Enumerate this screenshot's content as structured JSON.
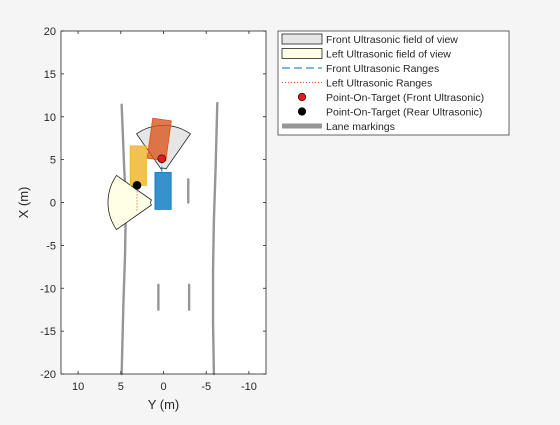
{
  "chart_data": {
    "type": "scatter",
    "title": "",
    "xlabel": "Y (m)",
    "ylabel": "X (m)",
    "xlim": [
      12,
      -12
    ],
    "ylim": [
      -20,
      20
    ],
    "x_reversed": true,
    "grid": false,
    "legend_placement": "outside-top-right",
    "x_ticks": [
      10,
      5,
      0,
      -5,
      -10
    ],
    "x_tick_labels": [
      "10",
      "5",
      "0",
      "-5",
      "-10"
    ],
    "y_ticks": [
      20,
      15,
      10,
      5,
      0,
      -5,
      -10,
      -15,
      -20
    ],
    "y_tick_labels": [
      "20",
      "15",
      "10",
      "5",
      "0",
      "-5",
      "-10",
      "-15",
      "-20"
    ],
    "colors": {
      "front_fov_fill": "#e6e6e6",
      "left_fov_fill": "#ffffe6",
      "fov_edge": "#222222",
      "front_range": "#0072bd",
      "left_range": "#d95319",
      "ego_vehicle": "#0072bd",
      "target_orange": "#d95319",
      "target_yellow": "#edb120",
      "point_front": "#e41a1c",
      "point_rear": "#000000",
      "lane": "#969696"
    },
    "legend": [
      {
        "label": "Front Ultrasonic field of view",
        "symbol": "patch-gray"
      },
      {
        "label": "Left Ultrasonic field of view",
        "symbol": "patch-yellow"
      },
      {
        "label": "Front Ultrasonic Ranges",
        "symbol": "dash-blue"
      },
      {
        "label": "Left Ultrasonic Ranges",
        "symbol": "dot-orange"
      },
      {
        "label": "Point-On-Target (Front Ultrasonic)",
        "symbol": "marker-red"
      },
      {
        "label": "Point-On-Target (Rear Ultrasonic)",
        "symbol": "marker-black"
      },
      {
        "label": "Lane markings",
        "symbol": "thick-gray"
      }
    ],
    "fields_of_view": [
      {
        "name": "Front Ultrasonic field of view",
        "origin": [
          0,
          3.5
        ],
        "radius": 5.5,
        "range_min": 0.5,
        "center_angle_deg": 0,
        "half_angle_deg": 35,
        "color_key": "front_fov_fill"
      },
      {
        "name": "Left Ultrasonic field of view",
        "origin": [
          1.0,
          0
        ],
        "radius": 5.5,
        "range_min": 0.5,
        "center_angle_deg": 90,
        "half_angle_deg": 35,
        "color_key": "left_fov_fill"
      }
    ],
    "vehicles": [
      {
        "name": "ego",
        "x_range": [
          -0.8,
          3.5
        ],
        "y_range": [
          1.0,
          -0.9
        ],
        "angle_deg": 0,
        "color_key": "ego_vehicle"
      },
      {
        "name": "target-orange",
        "x_range": [
          5.0,
          9.7
        ],
        "y_range": [
          1.6,
          -0.6
        ],
        "angle_deg": 8,
        "color_key": "target_orange"
      },
      {
        "name": "target-yellow",
        "x_range": [
          2.0,
          6.6
        ],
        "y_range": [
          3.9,
          2.0
        ],
        "angle_deg": 0,
        "color_key": "target_yellow"
      }
    ],
    "ranges": [
      {
        "name": "Front Ultrasonic Ranges",
        "points": [
          [
            0.2,
            3.6
          ],
          [
            0.2,
            5.1
          ]
        ],
        "color_key": "front_range",
        "style": "dashed"
      },
      {
        "name": "Left Ultrasonic Ranges",
        "points": [
          [
            3.1,
            2.0
          ],
          [
            3.1,
            -1.0
          ]
        ],
        "color_key": "left_range",
        "style": "dotted"
      }
    ],
    "points": [
      {
        "name": "Point-On-Target (Front Ultrasonic)",
        "x": 0.2,
        "y": 5.1,
        "color_key": "point_front"
      },
      {
        "name": "Point-On-Target (Rear Ultrasonic)",
        "x": 3.1,
        "y": 2.0,
        "color_key": "point_rear"
      }
    ],
    "lane_markings": [
      {
        "name": "lane-left",
        "points": [
          [
            4.9,
            11.4
          ],
          [
            4.6,
            4.0
          ],
          [
            4.4,
            0
          ],
          [
            4.5,
            -6
          ],
          [
            4.7,
            -12
          ],
          [
            4.9,
            -20
          ]
        ]
      },
      {
        "name": "lane-right",
        "points": [
          [
            -6.3,
            11.6
          ],
          [
            -6.1,
            4.0
          ],
          [
            -5.9,
            -2
          ],
          [
            -5.8,
            -8
          ],
          [
            -5.8,
            -14
          ],
          [
            -5.9,
            -20
          ]
        ]
      },
      {
        "name": "lane-dash-1",
        "points": [
          [
            -2.9,
            2.7
          ],
          [
            -2.9,
            0
          ]
        ]
      },
      {
        "name": "lane-dash-2",
        "points": [
          [
            0.6,
            -9.6
          ],
          [
            0.6,
            -12.5
          ]
        ]
      },
      {
        "name": "lane-dash-3",
        "points": [
          [
            -3.0,
            -9.6
          ],
          [
            -3.0,
            -12.5
          ]
        ]
      }
    ]
  }
}
